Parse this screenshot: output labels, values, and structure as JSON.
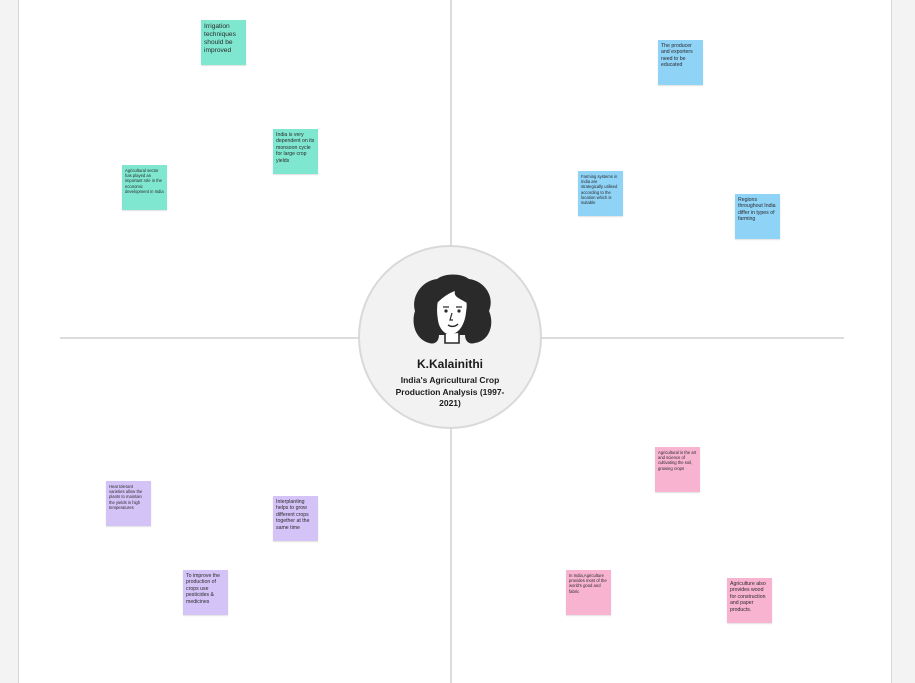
{
  "center": {
    "name": "K.Kalainithi",
    "subtitle": "India's Agricultural Crop Production Analysis (1997-2021)"
  },
  "notes": {
    "teal_irrigation": "Irrigation techniques should be improved",
    "teal_monsoon": "India is very dependent on its monsoon cycle for large crop yields",
    "teal_economic": "Agricultural sector has played an important role in the economic development in India",
    "blue_producers": "The producer and exporters need to be educated",
    "blue_farming_systems": "Farming systems in India are strategically utilised according to the location which is suitable",
    "blue_regions": "Regions throughout India differ in types of farming",
    "purple_heat": "Heat tolerant varieties allow the plants to maintain the yields in high temperatures",
    "purple_interplanting": "Interplanting helps to grow different crops together at the same time",
    "purple_pesticides": "To improve the production of crops use pesticides & medicines",
    "pink_science": "Agricultural is the art and science of cultivating the soil, growing crops",
    "pink_gdp": "In India,Agriculture provides most of the world's good and fabric",
    "pink_wood": "Agriculture also provides wood for construction and paper products."
  },
  "colors": {
    "teal": "#7fe6cf",
    "blue": "#8fd3f7",
    "purple": "#d3c3f7",
    "pink": "#f7b3d0"
  },
  "icons": {
    "avatar": "woman-portrait-illustration"
  }
}
